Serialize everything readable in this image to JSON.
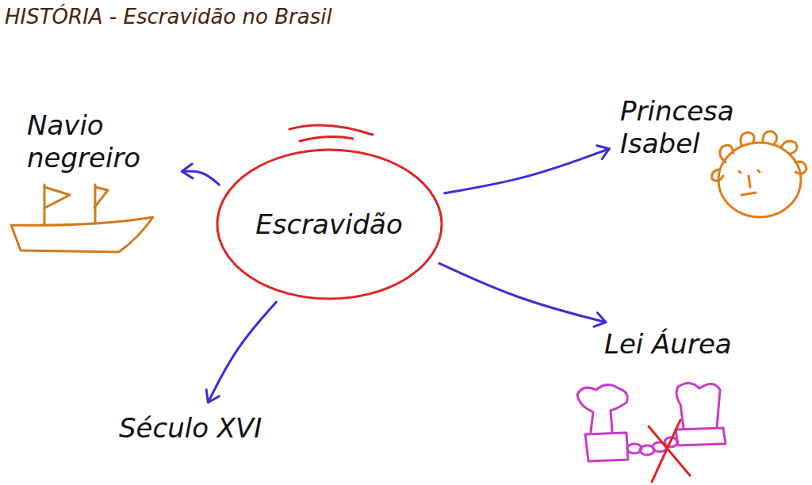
{
  "diagram": {
    "title": "HISTÓRIA - Escravidão no Brasil",
    "nodes": [
      {
        "text": [
          "Escravidão"
        ]
      },
      {
        "text": [
          "Navio negreiro"
        ]
      },
      {
        "text": [
          "Princesa Isabel"
        ]
      },
      {
        "text": [
          "Lei Áurea"
        ]
      },
      {
        "text": [
          "Século XVI"
        ]
      }
    ],
    "edges": [
      {
        "from": 0,
        "to": 1,
        "arrow": "to"
      },
      {
        "from": 0,
        "to": 2,
        "arrow": "to"
      },
      {
        "from": 0,
        "to": 3,
        "arrow": "to"
      },
      {
        "from": 0,
        "to": 4,
        "arrow": "to"
      }
    ]
  }
}
